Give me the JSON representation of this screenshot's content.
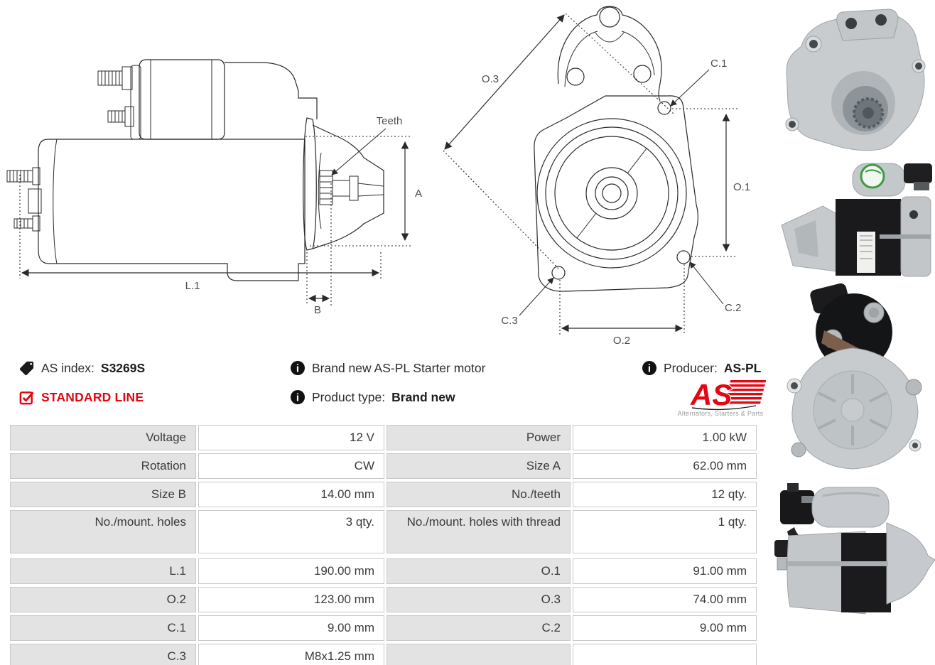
{
  "header": {
    "as_index_label": "AS index:",
    "as_index_value": "S3269S",
    "standard_line": "STANDARD LINE",
    "description": "Brand new AS-PL Starter motor",
    "product_type_label": "Product type:",
    "product_type_value": "Brand new",
    "producer_label": "Producer:",
    "producer_value": "AS-PL"
  },
  "logo": {
    "brand": "AS",
    "tagline": "Alternators, Starters & Parts"
  },
  "drawings": {
    "side_view": {
      "teeth": "Teeth",
      "dim_a": "A",
      "dim_l1": "L.1",
      "dim_b": "B"
    },
    "front_view": {
      "dim_o3": "O.3",
      "dim_c1": "C.1",
      "dim_o1": "O.1",
      "dim_c3": "C.3",
      "dim_o2": "O.2",
      "dim_c2": "C.2"
    }
  },
  "spec_table": {
    "rows": [
      {
        "label_left": "Voltage",
        "value_left": "12 V",
        "label_right": "Power",
        "value_right": "1.00 kW"
      },
      {
        "label_left": "Rotation",
        "value_left": "CW",
        "label_right": "Size A",
        "value_right": "62.00 mm"
      },
      {
        "label_left": "Size B",
        "value_left": "14.00 mm",
        "label_right": "No./teeth",
        "value_right": "12 qty."
      },
      {
        "label_left": "No./mount. holes",
        "value_left": "3 qty.",
        "label_right": "No./mount. holes with thread",
        "value_right": "1 qty."
      },
      {
        "label_left": "L.1",
        "value_left": "190.00 mm",
        "label_right": "O.1",
        "value_right": "91.00 mm"
      },
      {
        "label_left": "O.2",
        "value_left": "123.00 mm",
        "label_right": "O.3",
        "value_right": "74.00 mm"
      },
      {
        "label_left": "C.1",
        "value_left": "9.00 mm",
        "label_right": "C.2",
        "value_right": "9.00 mm"
      },
      {
        "label_left": "C.3",
        "value_left": "M8x1.25 mm",
        "label_right": "",
        "value_right": ""
      }
    ]
  },
  "colors": {
    "brand_red": "#e30613",
    "table_label_bg": "#e3e3e3",
    "table_border": "#c9c9c9",
    "text": "#3a3a3a"
  }
}
